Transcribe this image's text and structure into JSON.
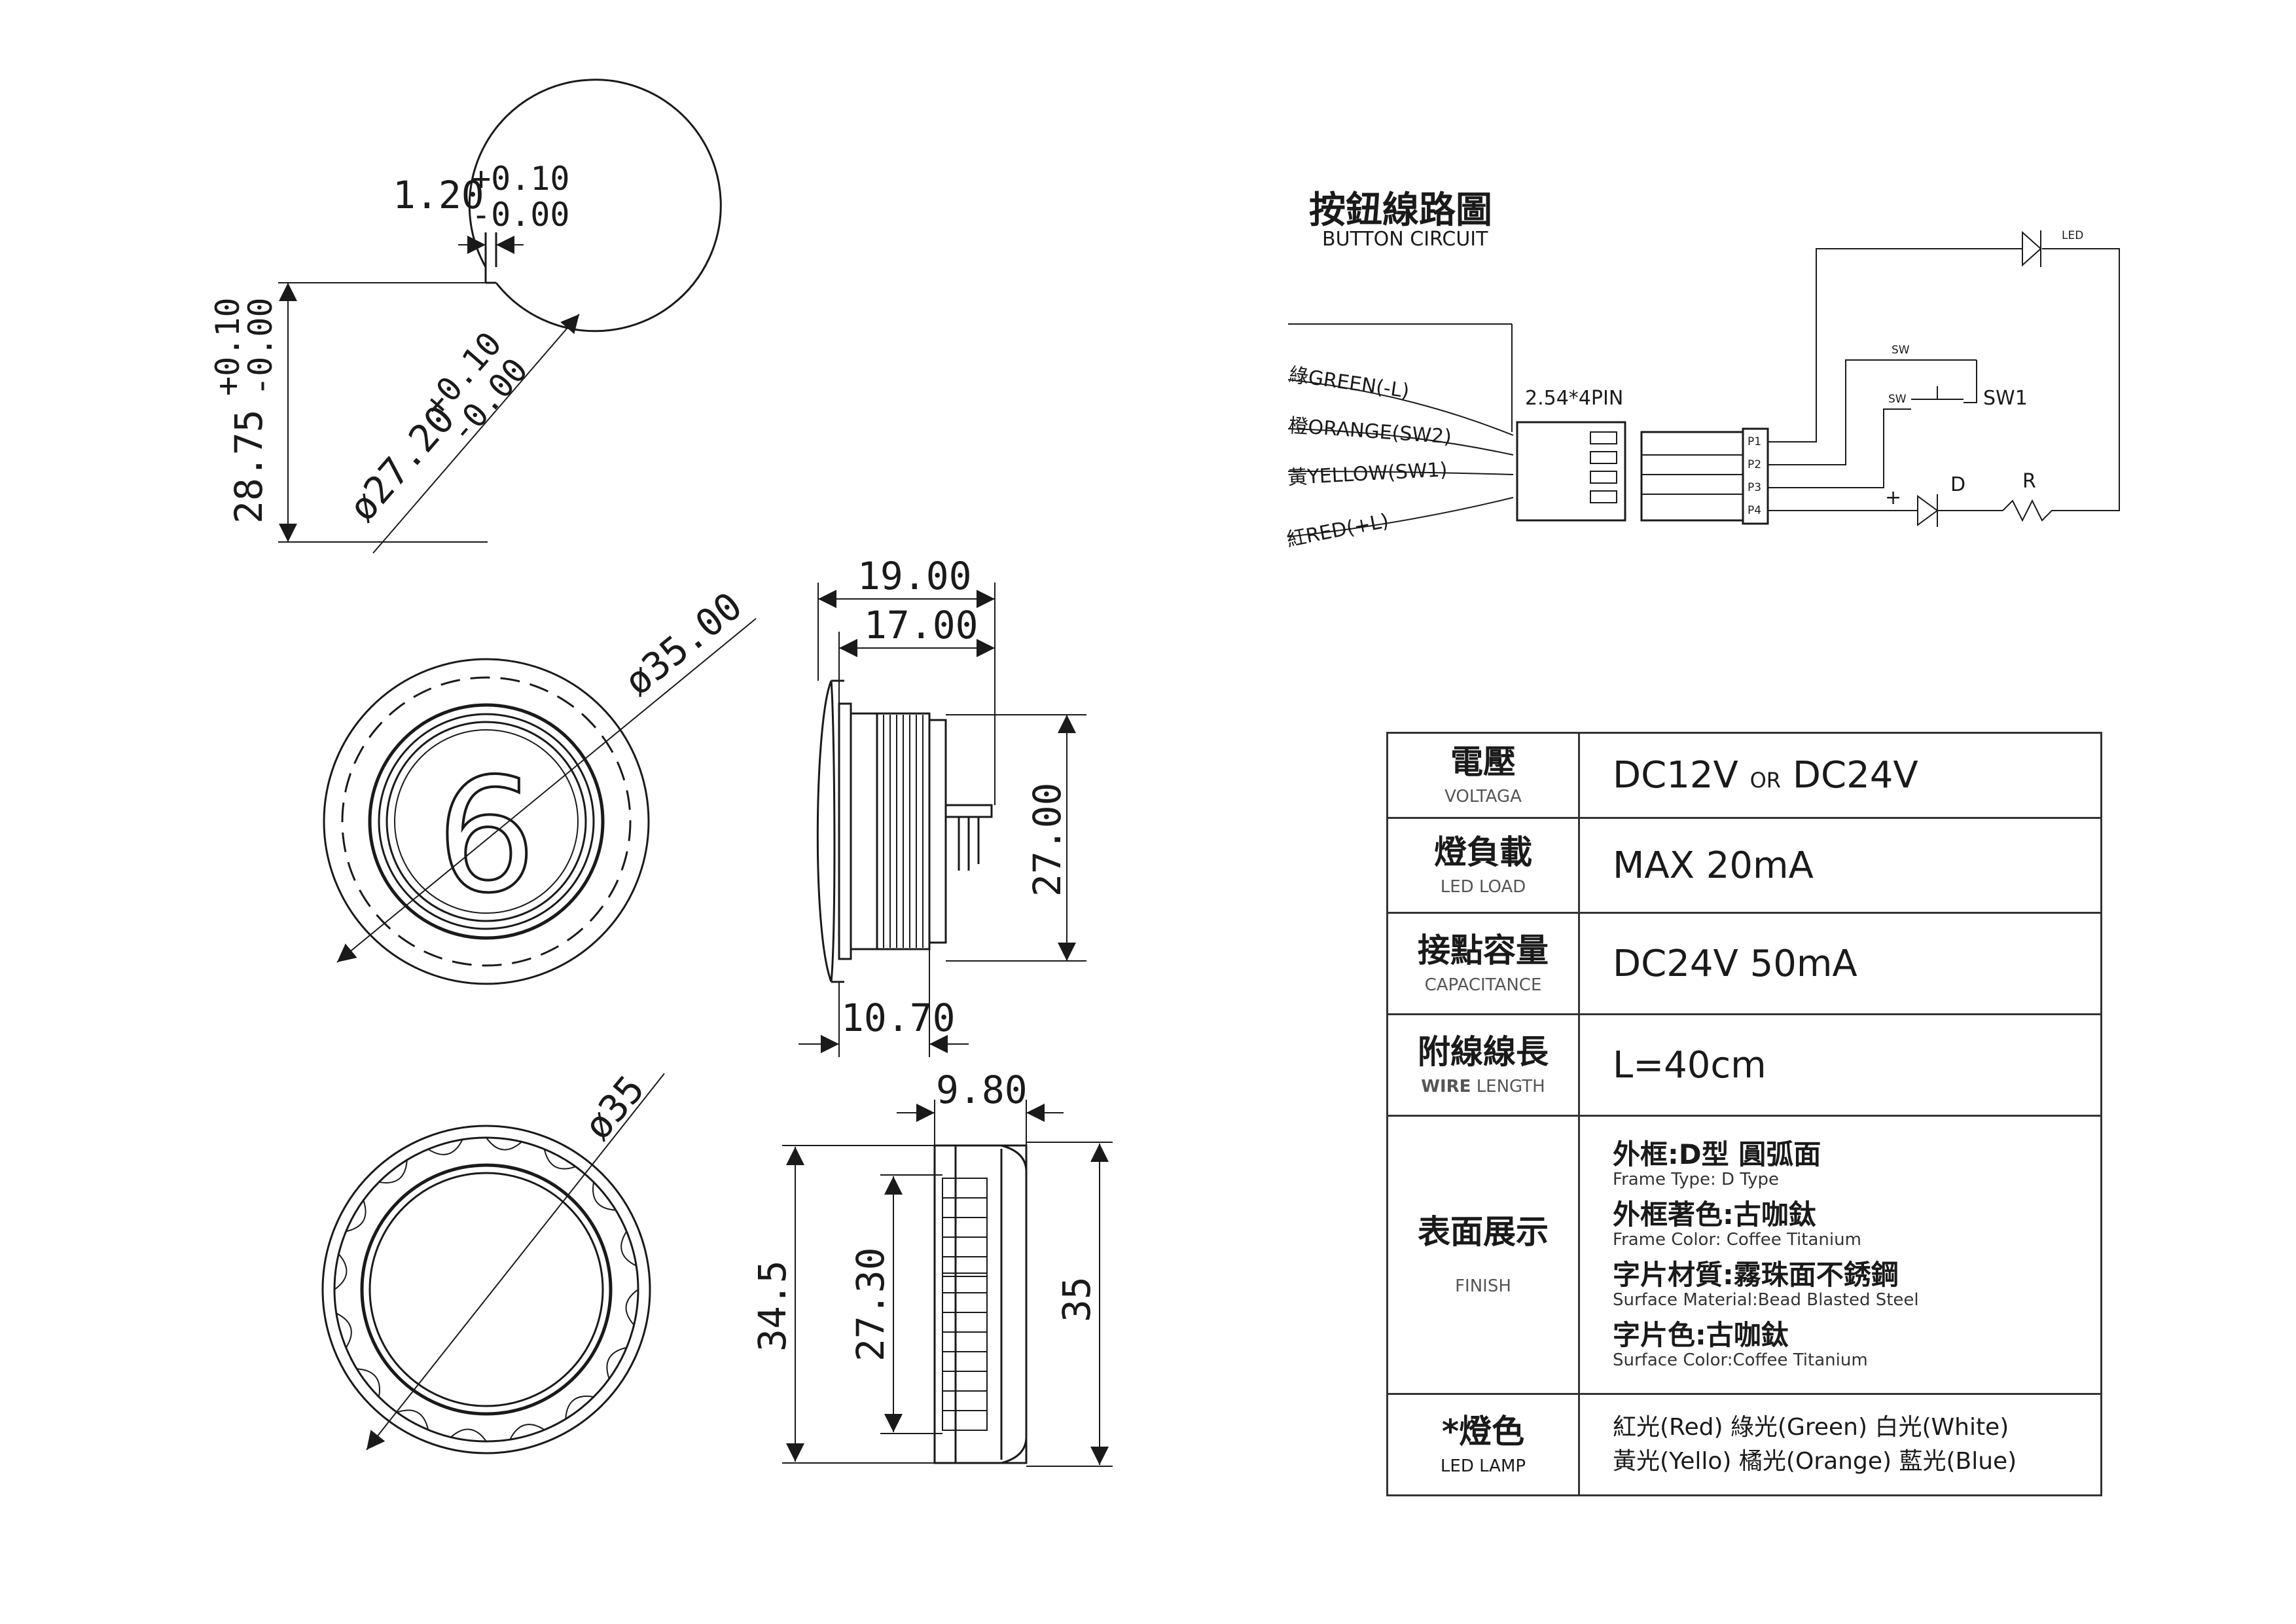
{
  "dimensions": {
    "slot_width": "1.20",
    "slot_tol_plus": "+0.10",
    "slot_tol_minus": "-0.00",
    "cutout_height": "28.75",
    "cutout_tol_plus": "+0.10",
    "cutout_tol_minus": "-0.00",
    "cutout_diameter": "ø27.20",
    "cutout_diam_tol_plus": "+0.10",
    "cutout_diam_tol_minus": "-0.00",
    "front_diameter": "ø35.00",
    "button_numeral": "6",
    "side_total_length": "19.00",
    "side_body_length": "17.00",
    "side_thread_length": "10.70",
    "side_body_diameter": "27.00",
    "back_diameter": "ø35",
    "bottom_depth": "9.80",
    "bottom_height": "34.5",
    "bottom_inner": "27.30",
    "bottom_outer": "35"
  },
  "circuit": {
    "title_zh": "按鈕線路圖",
    "title_en": "BUTTON CIRCUIT",
    "connector": "2.54*4PIN",
    "wires": [
      "綠GREEN(-L)",
      "橙ORANGE(SW2)",
      "黃YELLOW(SW1)",
      "紅RED(+L)"
    ],
    "pins": [
      "P1",
      "P2",
      "P3",
      "P4"
    ],
    "led_label": "LED",
    "sw_label": "SW",
    "sw1_label": "SW1",
    "plus_label": "+",
    "diode_label": "D",
    "resistor_label": "R"
  },
  "spec": {
    "voltage": {
      "zh": "電壓",
      "en": "VOLTAGA",
      "v1": "DC12V",
      "or": "OR",
      "v2": "DC24V"
    },
    "led_load": {
      "zh": "燈負載",
      "en": "LED LOAD",
      "value": "MAX  20mA"
    },
    "capacitance": {
      "zh": "接點容量",
      "en": "CAPACITANCE",
      "value": "DC24V  50mA"
    },
    "wire_length": {
      "zh": "附線線長",
      "en_a": "WIRE",
      "en_b": "LENGTH",
      "value": "L=40cm"
    },
    "finish": {
      "zh": "表面展示",
      "en": "FINISH",
      "items": [
        {
          "zh": "外框:D型 圓弧面",
          "en": "Frame Type: D Type"
        },
        {
          "zh": "外框著色:古咖鈦",
          "en": "Frame Color: Coffee Titanium"
        },
        {
          "zh": "字片材質:霧珠面不銹鋼",
          "en": "Surface Material:Bead Blasted Steel"
        },
        {
          "zh": "字片色:古咖鈦",
          "en": "Surface Color:Coffee Titanium"
        }
      ]
    },
    "lamp": {
      "zh": "*燈色",
      "en": "LED LAMP",
      "line1": "紅光(Red) 綠光(Green) 白光(White)",
      "line2": "黃光(Yello) 橘光(Orange) 藍光(Blue)"
    }
  }
}
